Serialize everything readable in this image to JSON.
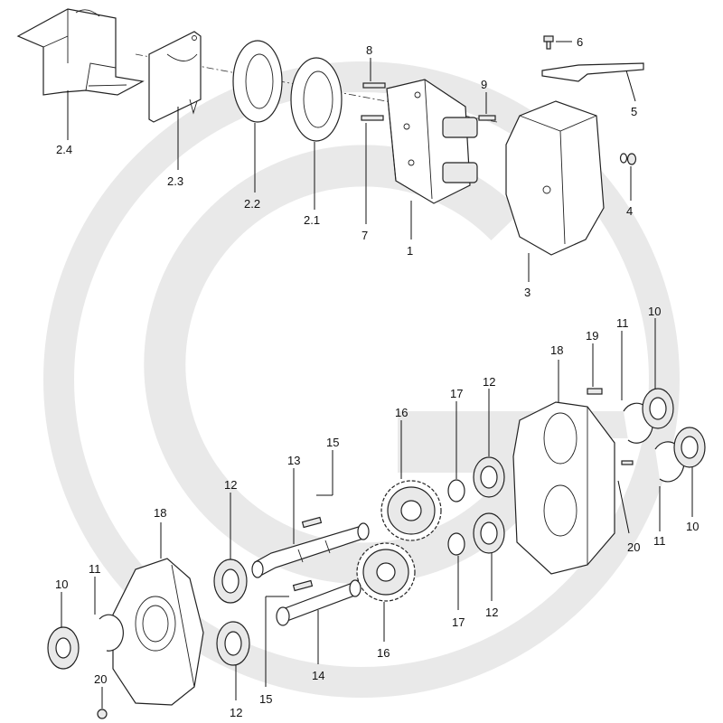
{
  "watermark": {
    "color": "#e9e9e9"
  },
  "labels": {
    "l2_4": "2.4",
    "l2_3": "2.3",
    "l2_2": "2.2",
    "l2_1": "2.1",
    "l7": "7",
    "l8": "8",
    "l1": "1",
    "l9": "9",
    "l6": "6",
    "l5": "5",
    "l4": "4",
    "l3": "3",
    "l18a": "18",
    "l19": "19",
    "l11a": "11",
    "l10a": "10",
    "l17a": "17",
    "l12a": "12",
    "l16a": "16",
    "l15a": "15",
    "l13": "13",
    "l12b": "12",
    "l18b": "18",
    "l20a": "20",
    "l11b": "11",
    "l10b": "10",
    "l10c": "10",
    "l11c": "11",
    "l15b": "15",
    "l14": "14",
    "l16b": "16",
    "l17b": "17",
    "l12c": "12",
    "l12d": "12",
    "l20b": "20"
  }
}
